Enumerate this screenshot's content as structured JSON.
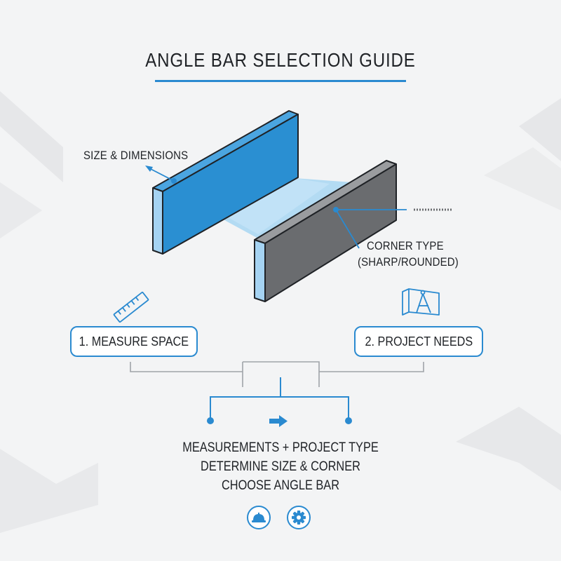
{
  "title": "ANGLE BAR SELECTION GUIDE",
  "labels": {
    "size_dimensions": "SIZE & DIMENSIONS",
    "corner_type_line1": "CORNER TYPE",
    "corner_type_line2": "(SHARP/ROUNDED)"
  },
  "steps": [
    {
      "label": "1. MEASURE SPACE",
      "icon": "ruler-icon"
    },
    {
      "label": "2. PROJECT NEEDS",
      "icon": "blueprint-compass-icon"
    }
  ],
  "summary_lines": [
    "MEASUREMENTS + PROJECT TYPE",
    "DETERMINE SIZE & CORNER",
    "CHOOSE ANGLE BAR"
  ],
  "footer_icons": [
    "hard-hat-icon",
    "gear-icon"
  ],
  "colors": {
    "accent": "#2a8ad0",
    "blue_panel": "#2a8fd2",
    "gray_panel": "#6a6c6f",
    "light_blue": "#a9d6f2",
    "background": "#f3f4f5"
  }
}
